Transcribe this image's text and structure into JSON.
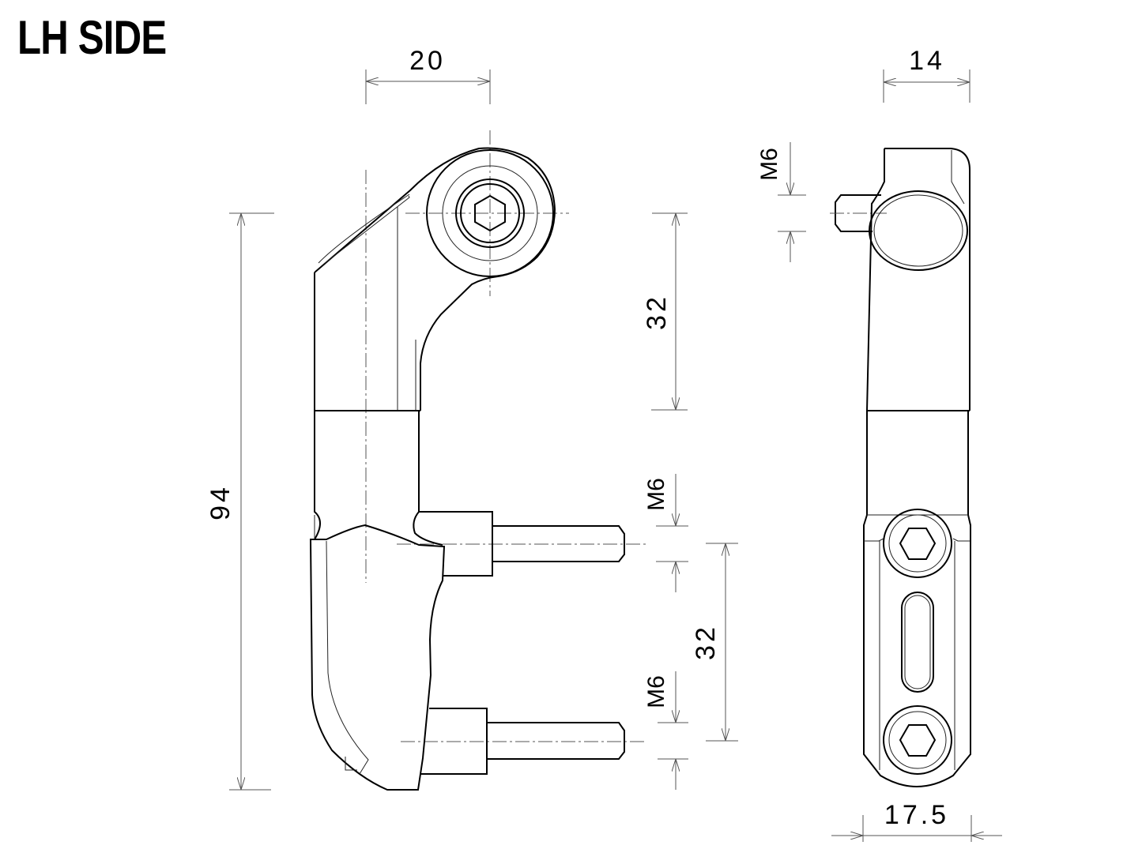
{
  "title": "LH SIDE",
  "colors": {
    "line": "#000000",
    "dimension_line": "#555555",
    "background": "#ffffff"
  },
  "side_view": {
    "dimensions": {
      "width_top": "20",
      "overall_height": "94",
      "upper_offset": "32",
      "lower_spacing": "32",
      "thread_upper": "M6",
      "thread_lower": "M6"
    }
  },
  "front_view": {
    "dimensions": {
      "width_top": "14",
      "width_bottom": "17.5",
      "thread_top": "M6"
    }
  }
}
